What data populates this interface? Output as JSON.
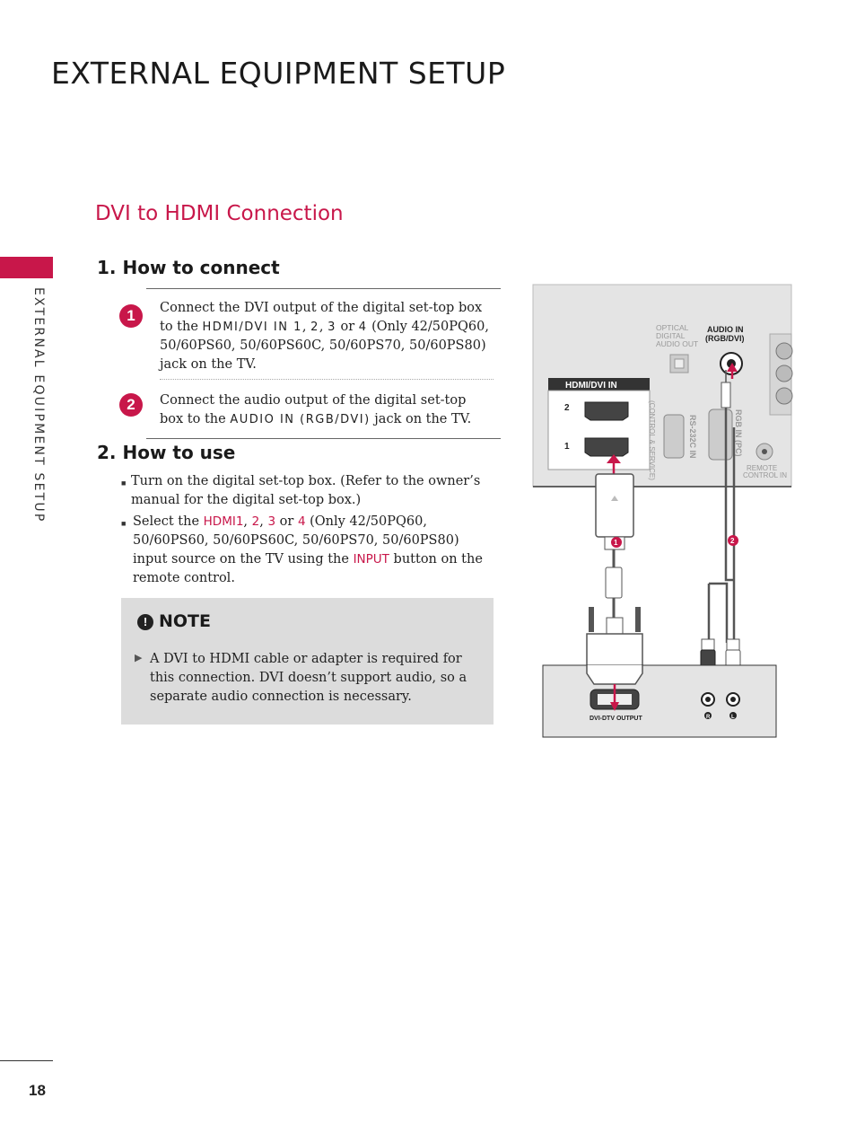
{
  "page_title": "EXTERNAL EQUIPMENT SETUP",
  "side_label": "EXTERNAL EQUIPMENT SETUP",
  "section_title": "DVI to HDMI Connection",
  "how_to_connect": {
    "heading": "1. How to connect",
    "steps": [
      {
        "number": "1",
        "line1": "Connect the DVI output of the digital set-top box to the",
        "kw_hdmi": "HDMI/DVI IN 1",
        "sep1": ", ",
        "kw_2": "2",
        "sep2": ", ",
        "kw_3": "3",
        "or": " or ",
        "kw_4": "4",
        "rest": " (Only 42/50PQ60, 50/60PS60, 50/60PS60C, 50/60PS70, 50/60PS80) jack on the TV."
      },
      {
        "number": "2",
        "line1": "Connect the audio output of the digital set-top box to",
        "pre": "the ",
        "kw_audio": "AUDIO IN (RGB/DVI)",
        "rest": " jack on the TV."
      }
    ]
  },
  "how_to_use": {
    "heading": "2. How to use",
    "bullets": [
      {
        "text": "Turn on the digital set-top box. (Refer to the owner’s manual for the digital set-top box.)"
      },
      {
        "pre": "Select the ",
        "kw_hdmi1": "HDMI1",
        "sep1": ", ",
        "kw_2": "2",
        "sep2": ", ",
        "kw_3": "3",
        "or": " or ",
        "kw_4": "4",
        "mid": " (Only 42/50PQ60, 50/60PS60, 50/60PS60C, 50/60PS70, 50/60PS80) input source on the TV using the ",
        "kw_input": "INPUT",
        "rest": " button on the remote control."
      }
    ]
  },
  "note": {
    "title": "NOTE",
    "icon": "!",
    "text": "A DVI to HDMI cable or adapter is required for this connection. DVI doesn’t support audio, so a separate audio connection is necessary."
  },
  "diagram": {
    "hdmi_label": "HDMI/DVI IN",
    "port_2": "2",
    "port_1": "1",
    "optical_label_1": "OPTICAL",
    "optical_label_2": "DIGITAL",
    "optical_label_3": "AUDIO OUT",
    "audio_in_1": "AUDIO IN",
    "audio_in_2": "(RGB/DVI)",
    "control_service": "(CONTROL & SERVICE)",
    "rs232": "RS-232C IN",
    "rgb_in": "RGB IN (PC)",
    "remote_1": "REMOTE",
    "remote_2": "CONTROL IN",
    "dvi_output": "DVI-DTV OUTPUT",
    "marker_1": "1",
    "marker_2": "2",
    "r_label": "R",
    "l_label": "L",
    "accent": "#c8174a"
  },
  "page_number": "18"
}
